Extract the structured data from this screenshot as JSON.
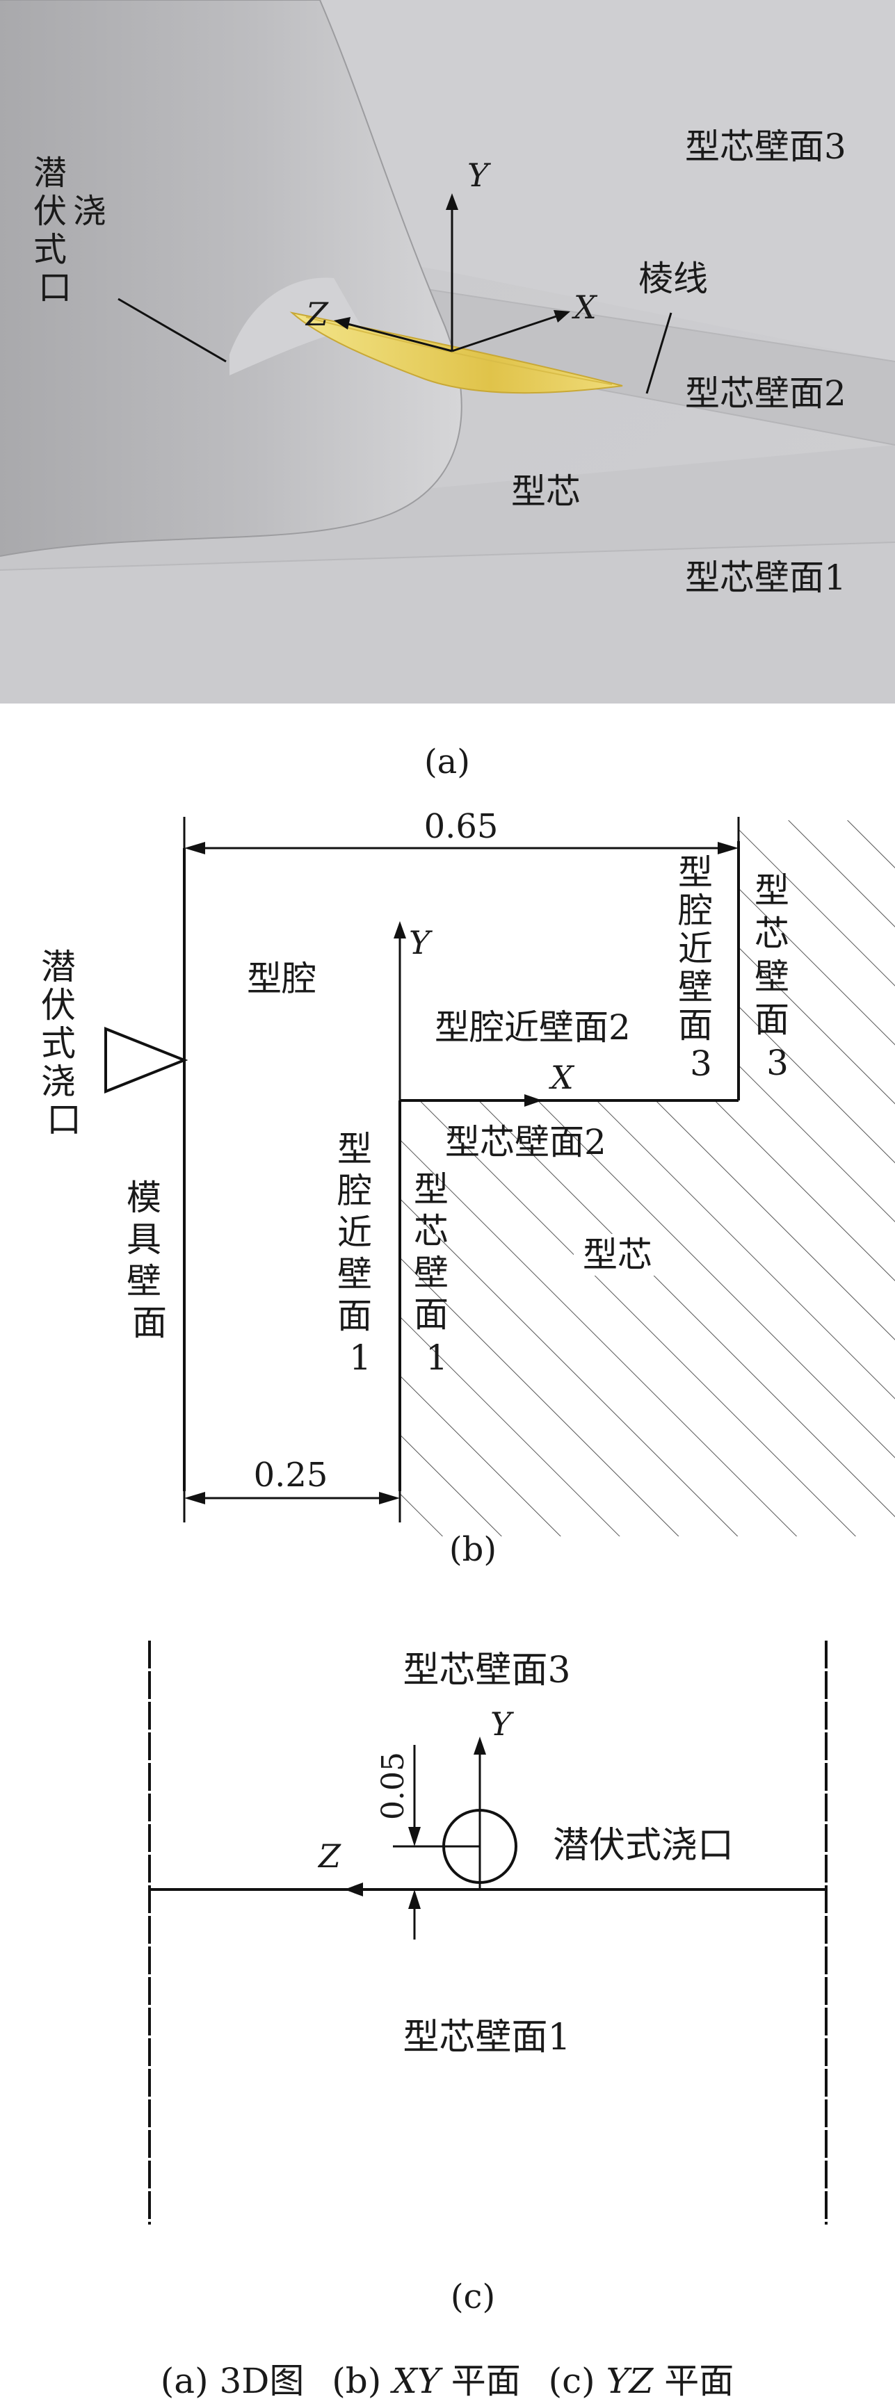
{
  "panel_a": {
    "gate": [
      "潜",
      "伏",
      "式",
      "浇",
      "口"
    ],
    "axis_y": "Y",
    "axis_x": "X",
    "axis_z": "Z",
    "edge_line": "棱线",
    "wall3": "型芯壁面3",
    "wall2": "型芯壁面2",
    "core": "型芯",
    "wall1": "型芯壁面1",
    "caption": "(a)"
  },
  "panel_b": {
    "dim_top": "0.65",
    "dim_bottom": "0.25",
    "gate": [
      "潜",
      "伏",
      "式",
      "浇",
      "口"
    ],
    "cavity": "型腔",
    "axis_y": "Y",
    "axis_x": "X",
    "cavity_wall2": "型腔近壁面2",
    "cavity_wall3": [
      "型",
      "腔",
      "近",
      "壁",
      "面",
      "3"
    ],
    "core_wall3": [
      "型",
      "芯",
      "壁",
      "面",
      "3"
    ],
    "core_wall2": "型芯壁面2",
    "mold_wall": [
      "模",
      "具",
      "壁",
      "面"
    ],
    "cavity_wall1": [
      "型",
      "腔",
      "近",
      "壁",
      "面",
      "1"
    ],
    "core_wall1": [
      "型",
      "芯",
      "壁",
      "面",
      "1"
    ],
    "core": "型芯",
    "caption": "(b)"
  },
  "panel_c": {
    "wall3": "型芯壁面3",
    "axis_y": "Y",
    "axis_z": "Z",
    "dim": "0.05",
    "gate": "潜伏式浇口",
    "wall1": "型芯壁面1",
    "caption": "(c)"
  },
  "figure_caption": {
    "a_prefix": "(a) 3D图",
    "b_prefix": "(b) ",
    "b_axis": "XY",
    "b_suffix": " 平面",
    "c_prefix": "(c) ",
    "c_axis": "YZ",
    "c_suffix": " 平面"
  }
}
